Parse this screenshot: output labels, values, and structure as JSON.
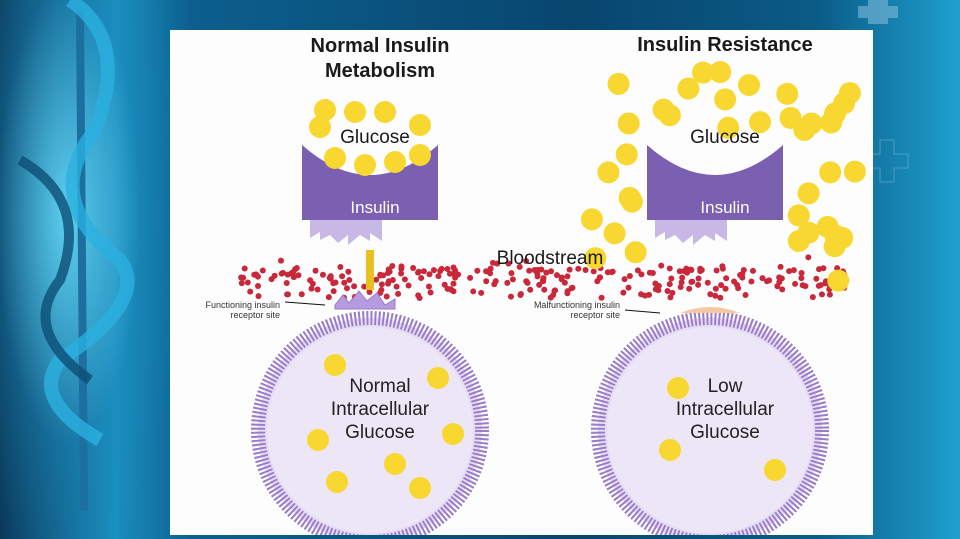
{
  "left_title": "Normal Insulin Metabolism",
  "right_title": "Insulin Resistance",
  "glucose_label": "Glucose",
  "insulin_label": "Insulin",
  "bloodstream_label": "Bloodstream",
  "functioning_label": "Functioning insulin receptor site",
  "malfunctioning_label": "Malfunctioning insulin receptor site",
  "left_cell": "Normal Intracellular Glucose",
  "right_cell": "Low Intracellular Glucose",
  "colors": {
    "glucose": "#f7d730",
    "insulin": "#7b5fb0",
    "blood": "#c8283a",
    "membrane": "#9a7cc8"
  }
}
